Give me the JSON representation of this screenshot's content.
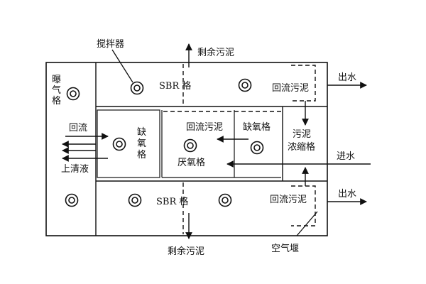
{
  "labels": {
    "mixer": "搅拌器",
    "excess_sludge_top": "剩余污泥",
    "excess_sludge_bottom": "剩余污泥",
    "aeration_cell_line1": "曝",
    "aeration_cell_line2": "气",
    "aeration_cell_line3": "格",
    "sbr_top": "SBR 格",
    "sbr_bottom": "SBR 格",
    "return_sludge_top": "回流污泥",
    "return_sludge_mid": "回流污泥",
    "return_sludge_bottom": "回流污泥",
    "outlet_top": "出水",
    "outlet_bottom": "出水",
    "inlet": "进水",
    "reflux": "回流",
    "supernatant": "上清液",
    "anoxic_left_line1": "缺",
    "anoxic_left_line2": "氧",
    "anoxic_left_line3": "格",
    "anoxic_right": "缺氧格",
    "anaerobic": "厌氧格",
    "thickener_line1": "污泥",
    "thickener_line2": "浓缩格",
    "air_weir": "空气堰"
  },
  "colors": {
    "line": "#111111",
    "background": "#ffffff"
  }
}
